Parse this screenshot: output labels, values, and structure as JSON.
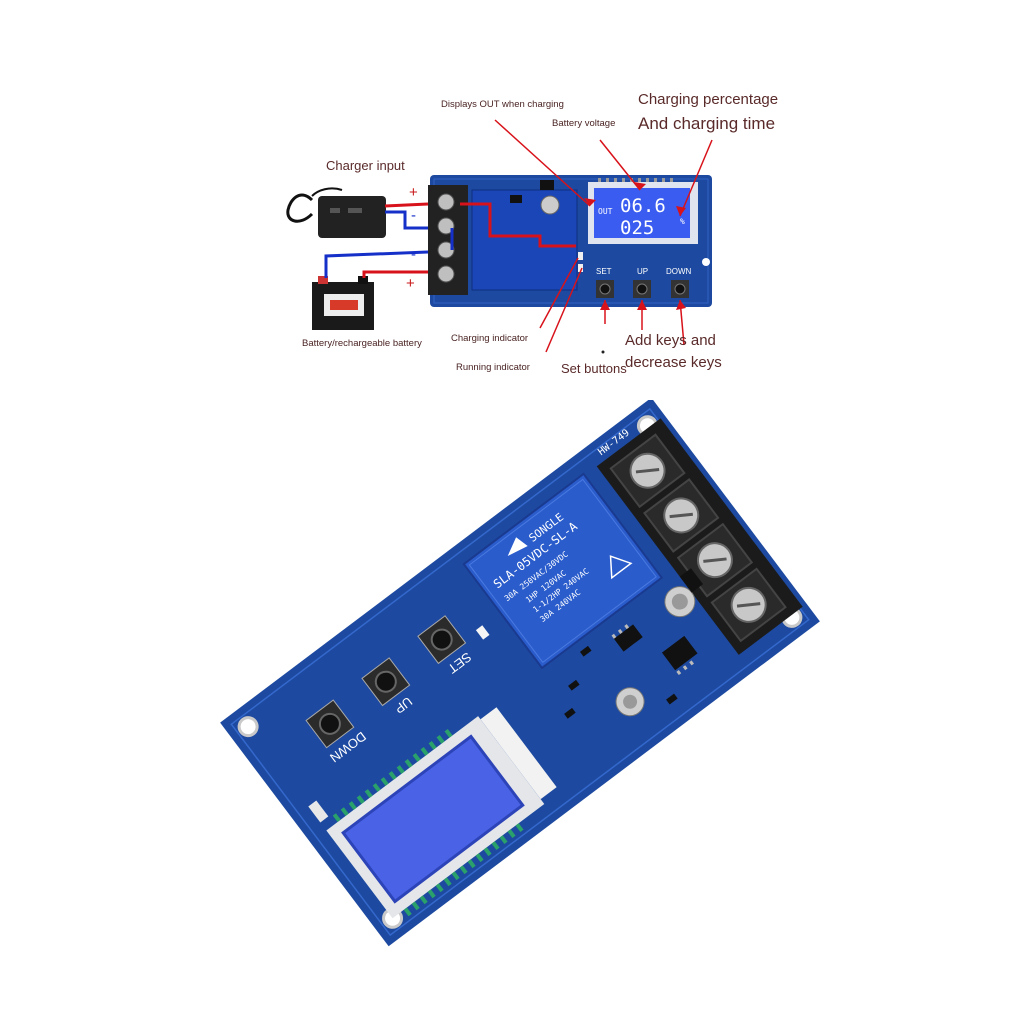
{
  "diagram": {
    "labels": {
      "displays_out": "Displays OUT when charging",
      "battery_voltage": "Battery voltage",
      "charging_percentage": "Charging percentage",
      "charging_time": "And charging time",
      "charger_input": "Charger input",
      "battery": "Battery/rechargeable battery",
      "charging_indicator": "Charging indicator",
      "running_indicator": "Running indicator",
      "set_buttons": "Set buttons",
      "add_keys": "Add keys and",
      "decrease_keys": "decrease keys"
    },
    "polarity": {
      "charger_plus": "+",
      "charger_minus": "-",
      "battery_minus": "-",
      "battery_plus": "+"
    },
    "lcd": {
      "out": "OUT",
      "top_value": "06.6",
      "bottom_value": "025",
      "unit": "%"
    },
    "buttons": {
      "set": "SET",
      "up": "UP",
      "down": "DOWN"
    }
  },
  "board_photo": {
    "model": "HW-749",
    "relay": {
      "line1": "SLA-05VDC-SL-A",
      "line2": "SONGLE",
      "line3": "30A 250VAC/30VDC",
      "line4": "1HP 120VAC",
      "line5": "1-1/2HP 240VAC",
      "line6": "30A 240VAC"
    },
    "buttons": {
      "set": "SET",
      "up": "UP",
      "down": "DOWN"
    }
  },
  "colors": {
    "pcb": "#1d4aa0",
    "lcd": "#3a5cf0",
    "wire_red": "#d8121a",
    "wire_blue": "#1530c8",
    "label": "#5a2a2a"
  }
}
